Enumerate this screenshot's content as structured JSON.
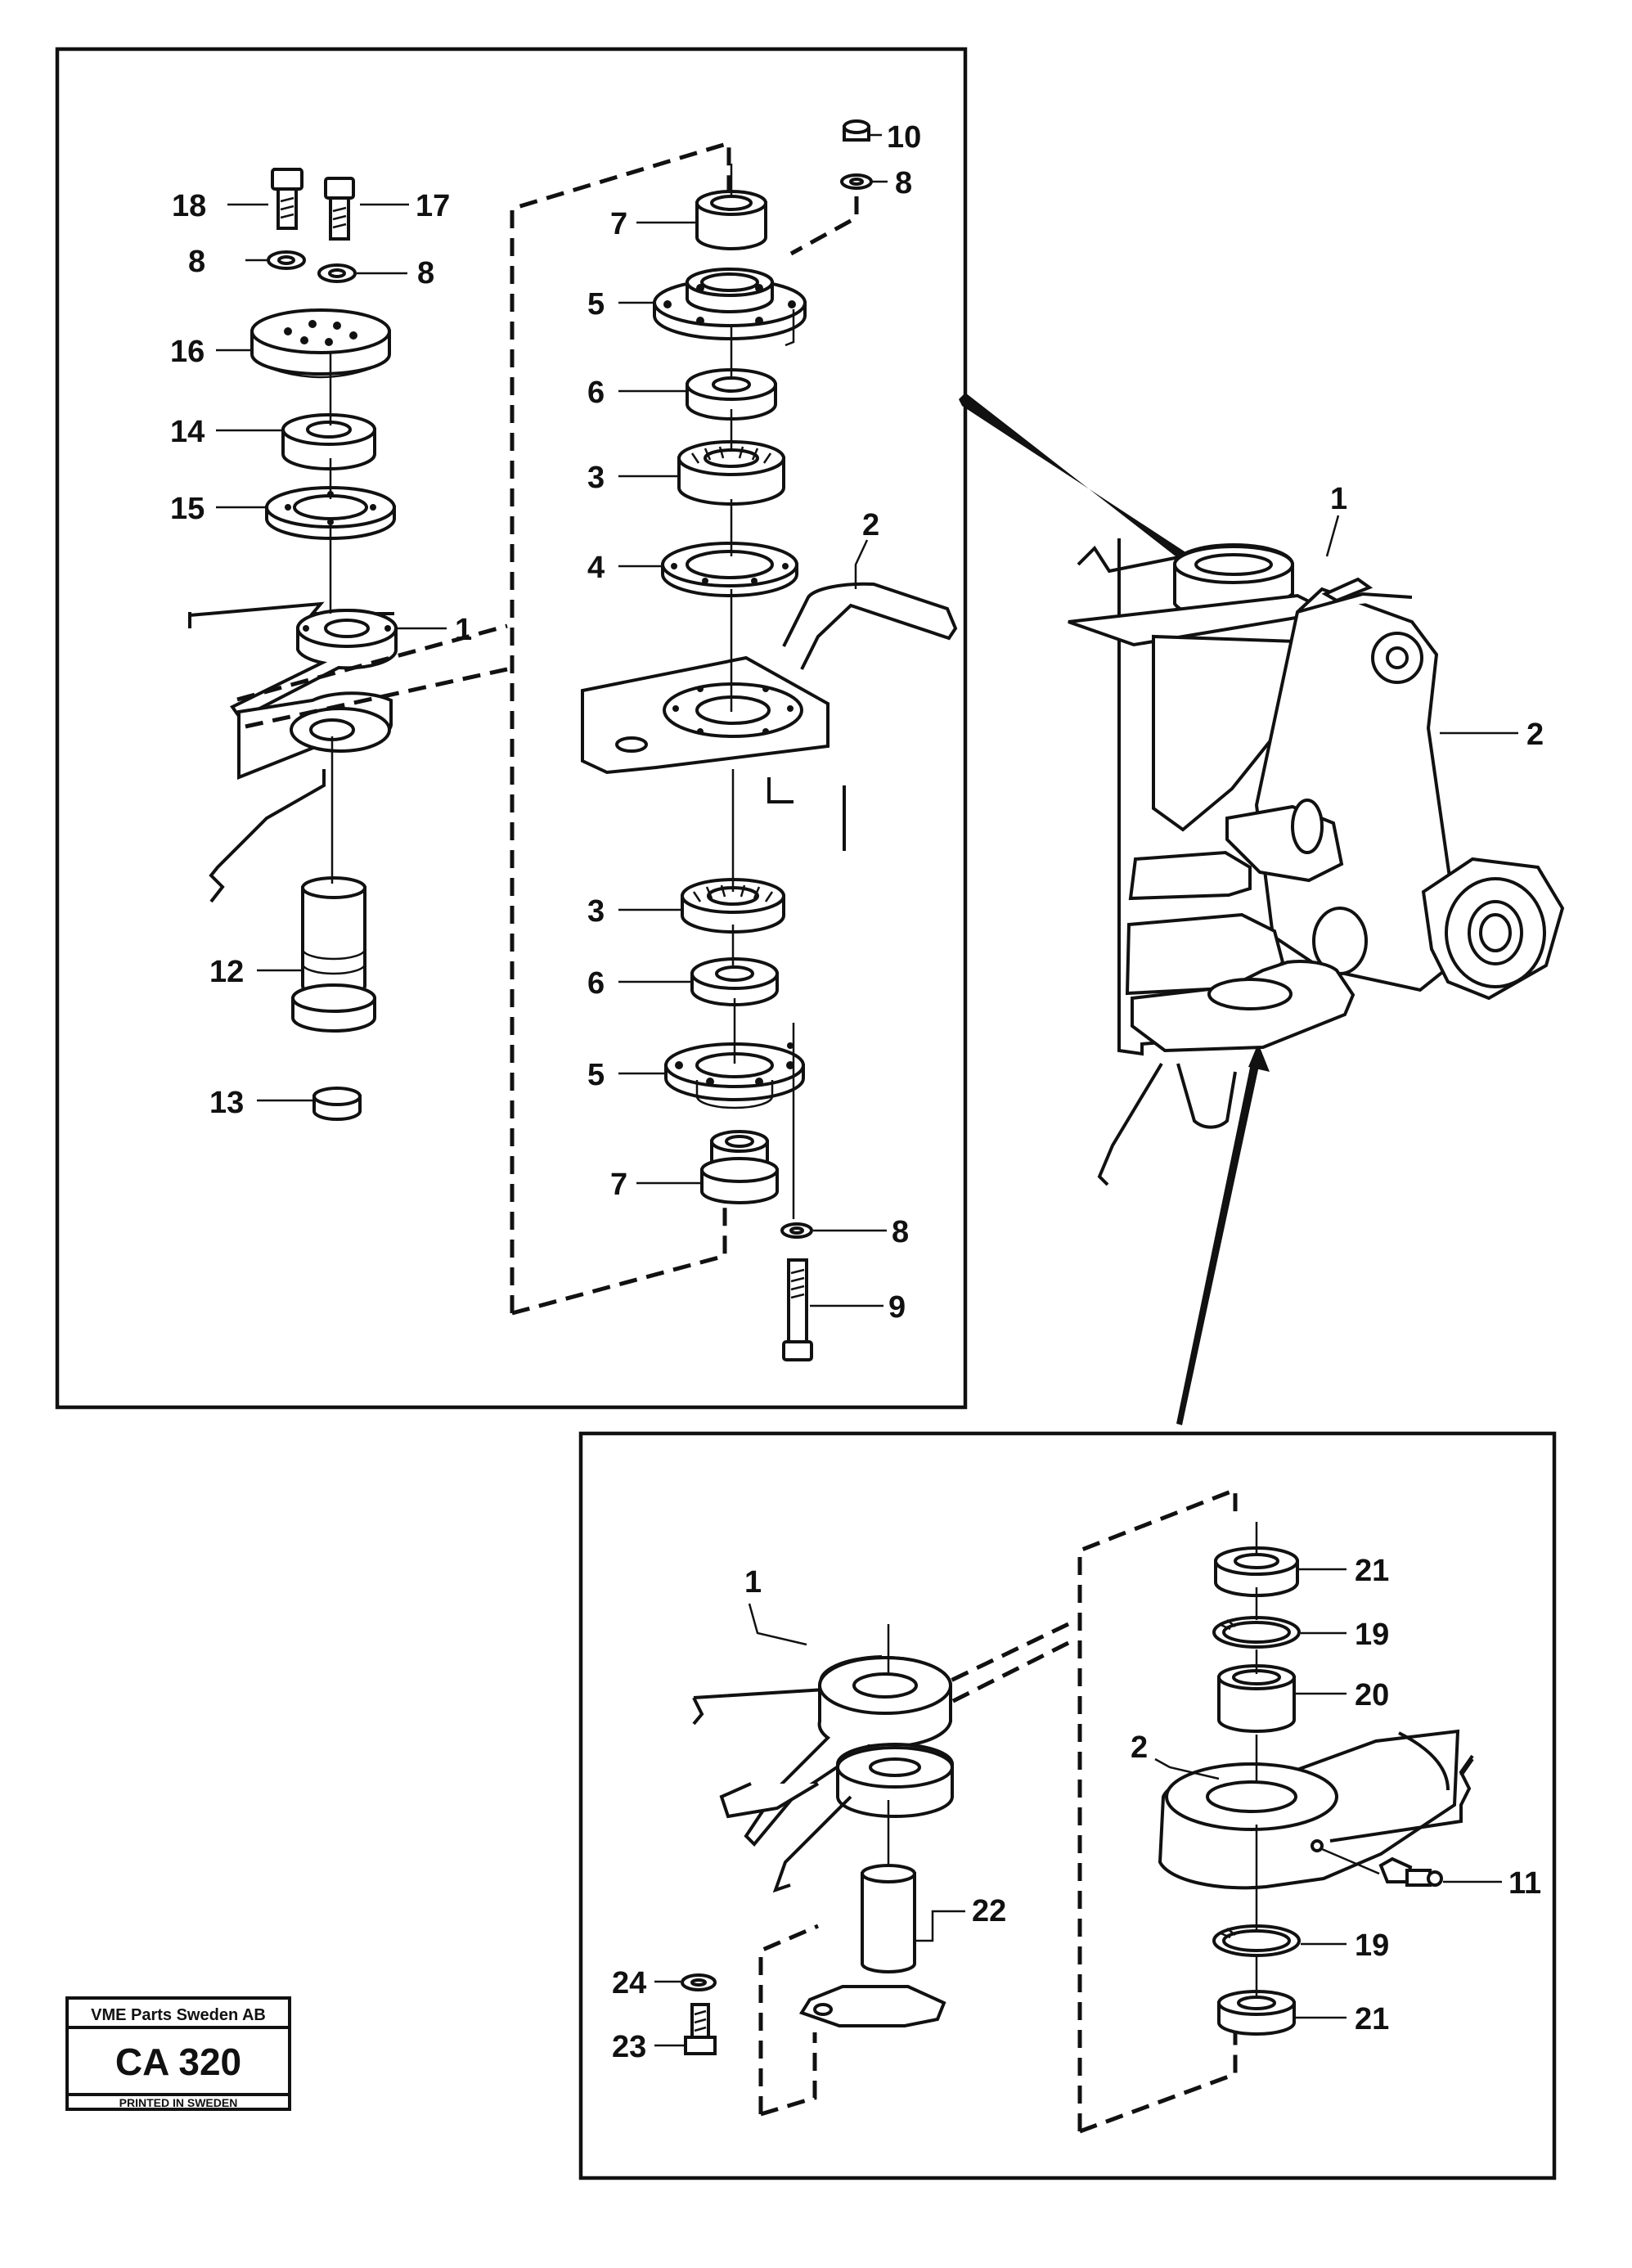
{
  "diagram": {
    "top_panel_labels": [
      {
        "id": "p18",
        "text": "18"
      },
      {
        "id": "p17",
        "text": "17"
      },
      {
        "id": "p8a",
        "text": "8"
      },
      {
        "id": "p8b",
        "text": "8"
      },
      {
        "id": "p16",
        "text": "16"
      },
      {
        "id": "p14",
        "text": "14"
      },
      {
        "id": "p15",
        "text": "15"
      },
      {
        "id": "p1a",
        "text": "1"
      },
      {
        "id": "p12",
        "text": "12"
      },
      {
        "id": "p13",
        "text": "13"
      },
      {
        "id": "p10",
        "text": "10"
      },
      {
        "id": "p8c",
        "text": "8"
      },
      {
        "id": "p7a",
        "text": "7"
      },
      {
        "id": "p5a",
        "text": "5"
      },
      {
        "id": "p6a",
        "text": "6"
      },
      {
        "id": "p3a",
        "text": "3"
      },
      {
        "id": "p4",
        "text": "4"
      },
      {
        "id": "p2a",
        "text": "2"
      },
      {
        "id": "p3b",
        "text": "3"
      },
      {
        "id": "p6b",
        "text": "6"
      },
      {
        "id": "p5b",
        "text": "5"
      },
      {
        "id": "p7b",
        "text": "7"
      },
      {
        "id": "p8d",
        "text": "8"
      },
      {
        "id": "p9",
        "text": "9"
      }
    ],
    "assembly_labels": [
      {
        "id": "a1",
        "text": "1"
      },
      {
        "id": "a2",
        "text": "2"
      }
    ],
    "bottom_panel_labels": [
      {
        "id": "b1",
        "text": "1"
      },
      {
        "id": "b21a",
        "text": "21"
      },
      {
        "id": "b19a",
        "text": "19"
      },
      {
        "id": "b20",
        "text": "20"
      },
      {
        "id": "b2",
        "text": "2"
      },
      {
        "id": "b11",
        "text": "11"
      },
      {
        "id": "b22",
        "text": "22"
      },
      {
        "id": "b19b",
        "text": "19"
      },
      {
        "id": "b21b",
        "text": "21"
      },
      {
        "id": "b24",
        "text": "24"
      },
      {
        "id": "b23",
        "text": "23"
      }
    ]
  },
  "stamp": {
    "company": "VME Parts Sweden AB",
    "code": "CA 320",
    "printed": "PRINTED IN SWEDEN"
  }
}
